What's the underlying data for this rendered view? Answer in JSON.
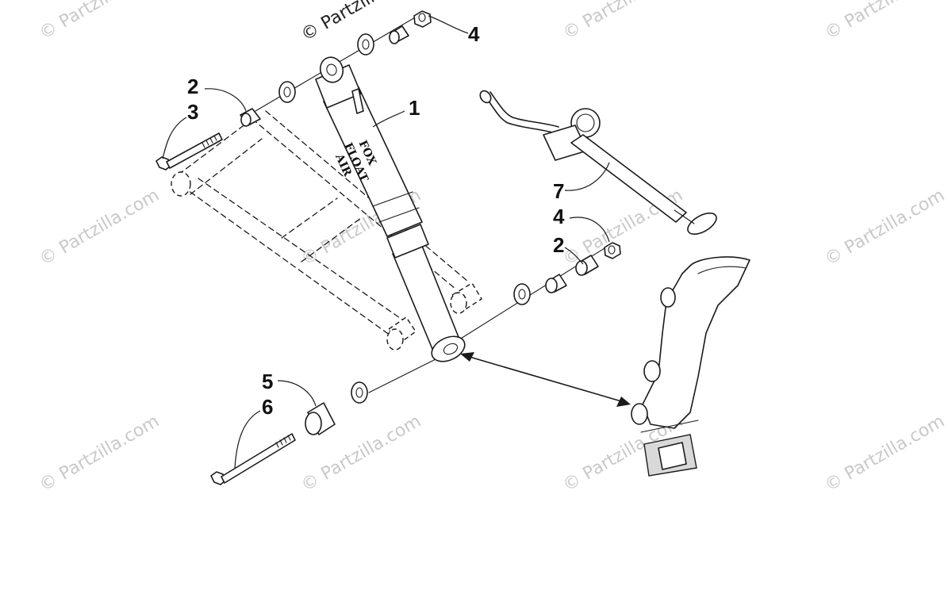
{
  "watermark": {
    "text": "© Partzilla.com",
    "header_text": "© Partzilla"
  },
  "shock_logo": {
    "brand": "FOX",
    "model_line1": "FLOAT",
    "model_line2": "AIR"
  },
  "callouts": [
    {
      "id": "1",
      "label": "1"
    },
    {
      "id": "2a",
      "label": "2"
    },
    {
      "id": "3",
      "label": "3"
    },
    {
      "id": "4a",
      "label": "4"
    },
    {
      "id": "7",
      "label": "7"
    },
    {
      "id": "4b",
      "label": "4"
    },
    {
      "id": "2b",
      "label": "2"
    },
    {
      "id": "5",
      "label": "5"
    },
    {
      "id": "6",
      "label": "6"
    }
  ],
  "colors": {
    "line": "#1a1a1a",
    "watermark": "#c9c9c9",
    "background": "#ffffff"
  }
}
